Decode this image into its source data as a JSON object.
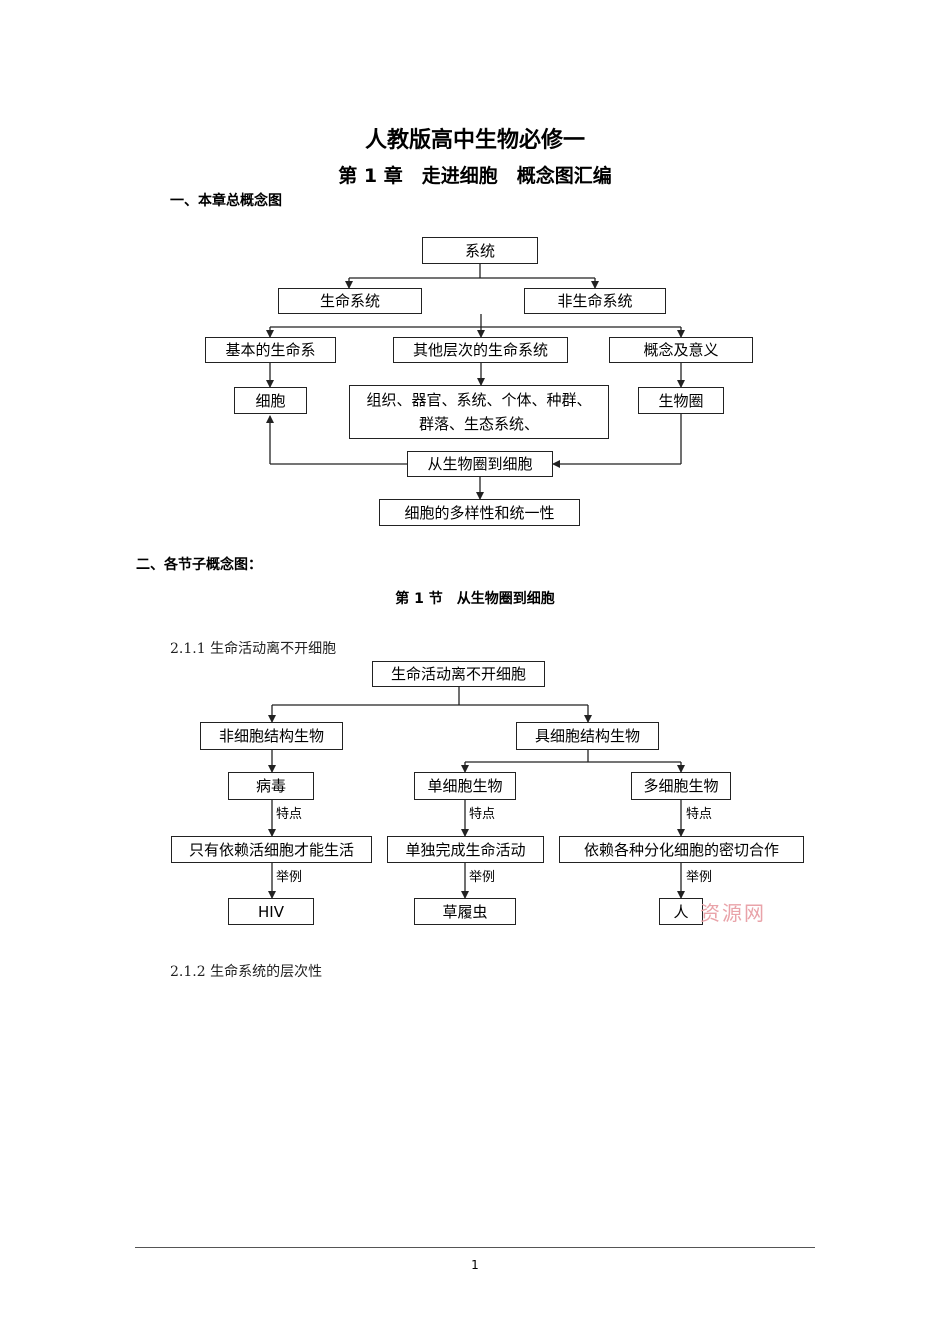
{
  "doc": {
    "title": "人教版高中生物必修一",
    "subtitle": "第 1 章　走进细胞　概念图汇编",
    "section1": "一、本章总概念图",
    "section2": "二、各节子概念图：",
    "section_node_title": "第 1 节　从生物圈到细胞",
    "sub1": "2.1.1 生命活动离不开细胞",
    "sub2": "2.1.2 生命系统的层次性",
    "page_number": "1",
    "watermark": "资源网"
  },
  "map1": {
    "system": "系统",
    "life_system": "生命系统",
    "non_life_system": "非生命系统",
    "basic_life": "基本的生命系",
    "other_levels": "其他层次的生命系统",
    "concept": "概念及意义",
    "cell": "细胞",
    "levels_line1": "组织、器官、系统、个体、种群、",
    "levels_line2": "群落、生态系统、",
    "biosphere": "生物圈",
    "from_biosphere": "从生物圈到细胞",
    "diversity": "细胞的多样性和统一性"
  },
  "map2": {
    "root": "生命活动离不开细胞",
    "non_cell": "非细胞结构生物",
    "cell_struct": "具细胞结构生物",
    "virus": "病毒",
    "unicellular": "单细胞生物",
    "multicellular": "多细胞生物",
    "feature_label": "特点",
    "example_label": "举例",
    "virus_feature": "只有依赖活细胞才能生活",
    "uni_feature": "单独完成生命活动",
    "multi_feature": "依赖各种分化细胞的密切合作",
    "virus_example": "HIV",
    "uni_example": "草履虫",
    "multi_example": "人"
  }
}
